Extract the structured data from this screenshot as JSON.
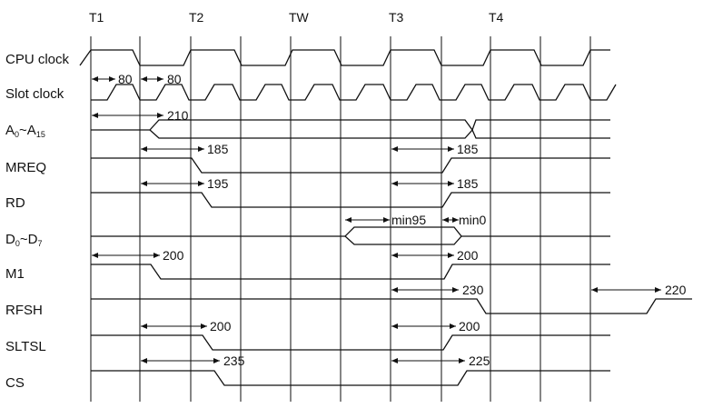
{
  "phases": [
    "T1",
    "T2",
    "TW",
    "T3",
    "T4"
  ],
  "signals": {
    "cpu_clock": "CPU clock",
    "slot_clock": "Slot clock",
    "addr_main": "A",
    "addr_sub0": "0",
    "addr_tilde": "~",
    "addr_main2": "A",
    "addr_sub15": "15",
    "mreq": "MREQ",
    "rd": "RD",
    "data_main": "D",
    "data_sub0": "0",
    "data_tilde": "~",
    "data_main2": "D",
    "data_sub7": "7",
    "m1": "M1",
    "rfsh": "RFSH",
    "sltsl": "SLTSL",
    "cs": "CS"
  },
  "timings": {
    "cpu_80": "80",
    "slot_80": "80",
    "addr_210": "210",
    "mreq_185_fall": "185",
    "mreq_185_rise": "185",
    "rd_195": "195",
    "rd_185": "185",
    "data_min95": "min95",
    "data_min0": "min0",
    "m1_200_fall": "200",
    "m1_200_rise": "200",
    "rfsh_230": "230",
    "rfsh_220": "220",
    "sltsl_200_fall": "200",
    "sltsl_200_rise": "200",
    "cs_235": "235",
    "cs_225": "225"
  }
}
